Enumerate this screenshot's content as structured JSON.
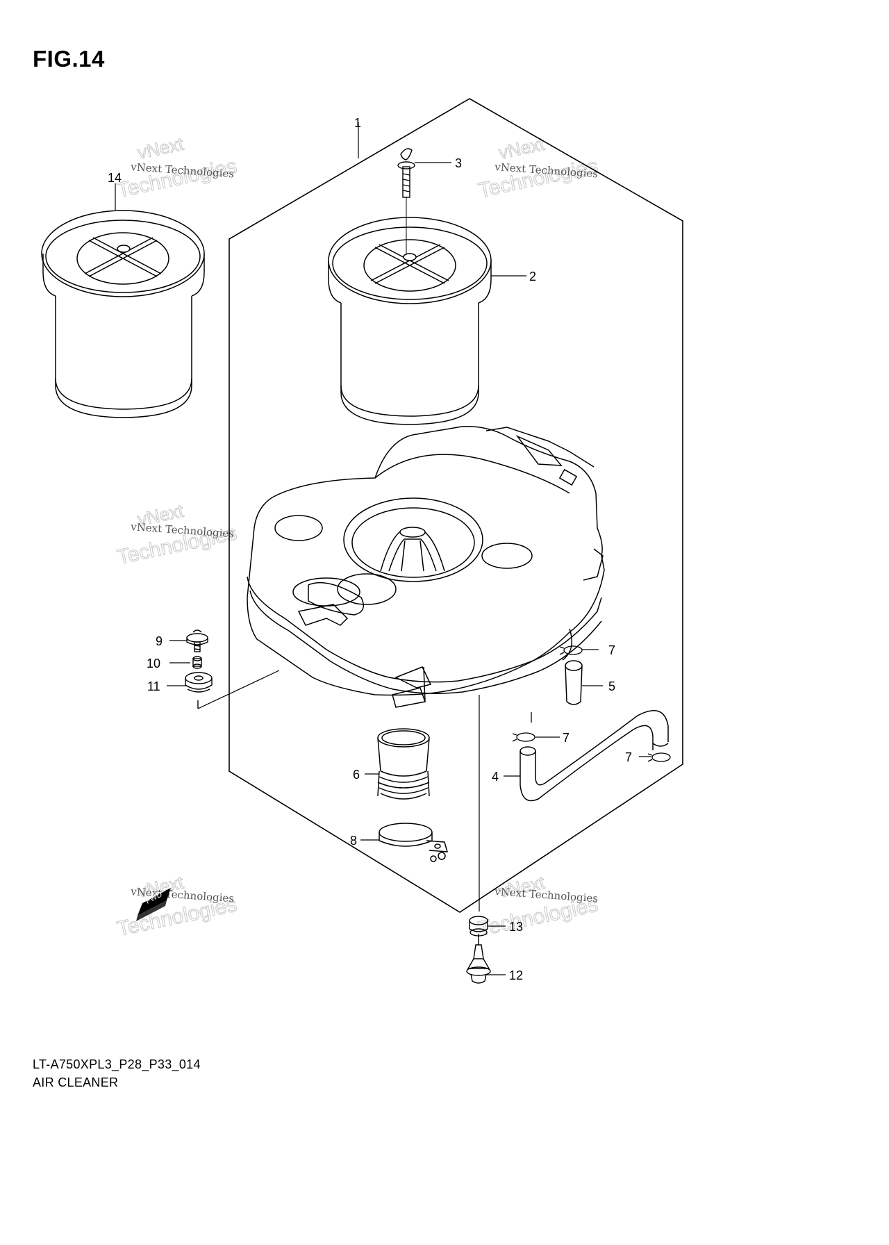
{
  "title": "FIG.14",
  "caption": {
    "code": "LT-A750XPL3_P28_P33_014",
    "name": "AIR CLEANER"
  },
  "watermark": {
    "line_a": "vNext",
    "line_b": "vNext Technologies",
    "line_c": "Technologies"
  },
  "fwd_label": "FWD",
  "callouts": {
    "c1": "1",
    "c2": "2",
    "c3": "3",
    "c4": "4",
    "c5": "5",
    "c6": "6",
    "c7a": "7",
    "c7b": "7",
    "c7c": "7",
    "c8": "8",
    "c9": "9",
    "c10": "10",
    "c11": "11",
    "c12": "12",
    "c13": "13",
    "c14": "14"
  }
}
